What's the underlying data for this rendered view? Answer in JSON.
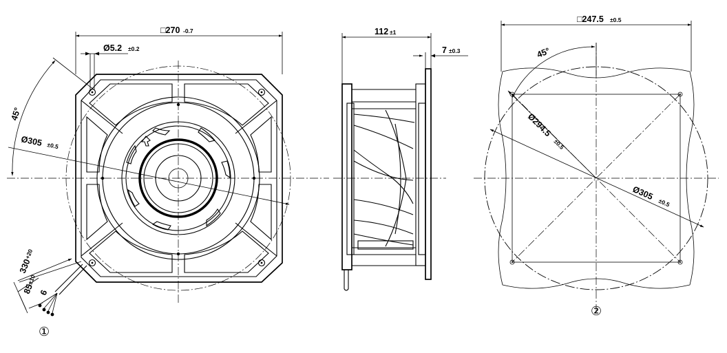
{
  "dimensions": {
    "width_label": "□270",
    "width_tol": "-0.7",
    "hole_label": "Ø5.2",
    "hole_tol": "±0.2",
    "angle_left": "45°",
    "circle_label": "Ø305",
    "circle_tol": "±0.5",
    "depth_label": "112",
    "depth_tol": "±1",
    "flange_label": "7",
    "flange_tol": "±0.3",
    "cutout_label": "□247.5",
    "cutout_tol": "±0.5",
    "angle_right": "45°",
    "diag_label": "Ø294.5",
    "diag_tol": "±0.5",
    "circle2_label": "Ø305",
    "circle2_tol": "±0.5",
    "lead_label": "330",
    "lead_tol": "+20",
    "strip_label": "85",
    "strip_tol": "±10",
    "wire_label": "6"
  },
  "callouts": {
    "view1": "①",
    "view2": "②"
  }
}
